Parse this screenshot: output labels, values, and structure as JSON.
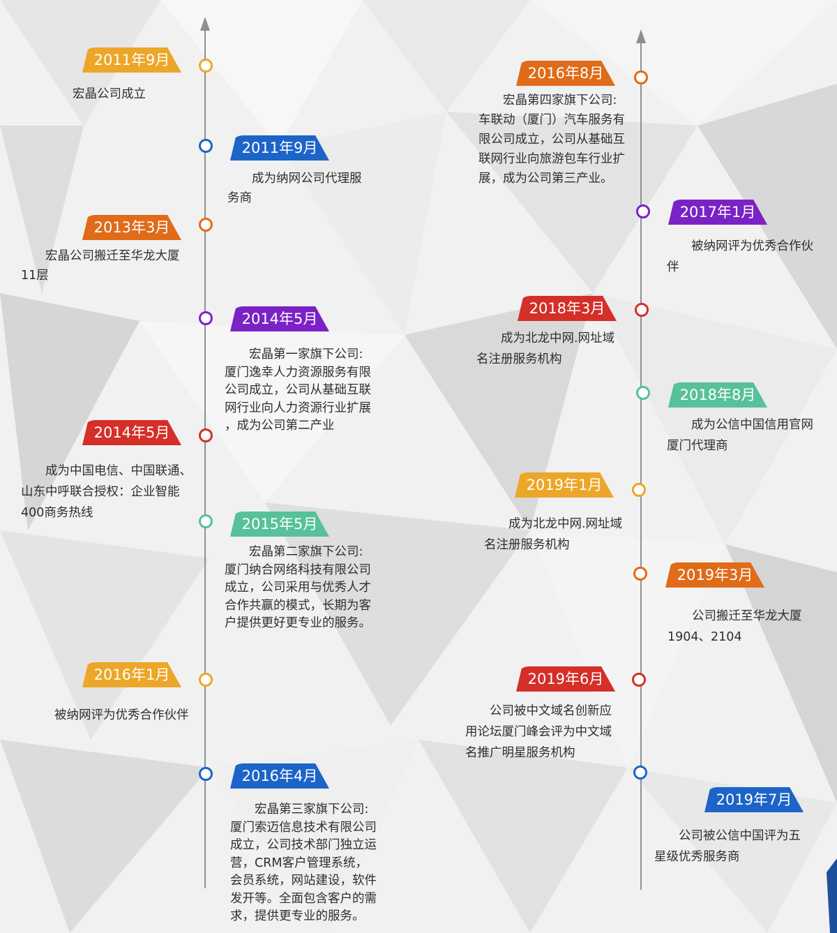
{
  "colors": {
    "gold": "#eca628",
    "orange": "#e06b18",
    "red": "#d42f28",
    "blue": "#1d64c8",
    "purple": "#7b22c6",
    "teal": "#57c19a",
    "axis": "#8a9196",
    "text": "#2e2e2e"
  },
  "left_events": [
    {
      "date": "2011年9月",
      "color": "gold",
      "text": "宏晶公司成立"
    },
    {
      "date": "2011年9月",
      "color": "blue",
      "text": "　　成为纳网公司代理服\n务商"
    },
    {
      "date": "2013年3月",
      "color": "orange",
      "text": "　　宏晶公司搬迁至华龙大厦\n11层"
    },
    {
      "date": "2014年5月",
      "color": "purple",
      "text": "　　宏晶第一家旗下公司:\n厦门逸幸人力资源服务有限\n公司成立，公司从基础互联\n网行业向人力资源行业扩展\n，成为公司第二产业"
    },
    {
      "date": "2014年5月",
      "color": "red",
      "text": "　　成为中国电信、中国联通、\n山东中呼联合授权：企业智能\n400商务热线"
    },
    {
      "date": "2015年5月",
      "color": "teal",
      "text": "　　宏晶第二家旗下公司:\n厦门纳合网络科技有限公司\n成立，公司采用与优秀人才\n合作共赢的模式，长期为客\n户提供更好更专业的服务。"
    },
    {
      "date": "2016年1月",
      "color": "gold",
      "text": "被纳网评为优秀合作伙伴"
    },
    {
      "date": "2016年4月",
      "color": "blue",
      "text": "　　宏晶第三家旗下公司:\n厦门索迈信息技术有限公司\n成立，公司技术部门独立运\n营，CRM客户管理系统，\n会员系统，网站建设，软件\n发开等。全面包含客户的需\n求，提供更专业的服务。"
    }
  ],
  "right_events": [
    {
      "date": "2016年8月",
      "color": "orange",
      "text": "　　宏晶第四家旗下公司:\n车联动（厦门）汽车服务有\n限公司成立，公司从基础互\n联网行业向旅游包车行业扩\n展，成为公司第三产业。"
    },
    {
      "date": "2017年1月",
      "color": "purple",
      "text": "　　被纳网评为优秀合作伙\n伴"
    },
    {
      "date": "2018年3月",
      "color": "red",
      "text": "　　成为北龙中网.网址域\n名注册服务机构"
    },
    {
      "date": "2018年8月",
      "color": "teal",
      "text": "　　成为公信中国信用官网\n厦门代理商"
    },
    {
      "date": "2019年1月",
      "color": "gold",
      "text": "　　成为北龙中网.网址域\n名注册服务机构"
    },
    {
      "date": "2019年3月",
      "color": "orange",
      "text": "　　公司搬迁至华龙大厦\n1904、2104"
    },
    {
      "date": "2019年6月",
      "color": "red",
      "text": "　　公司被中文域名创新应\n用论坛厦门峰会评为中文域\n名推广明星服务机构"
    },
    {
      "date": "2019年7月",
      "color": "blue",
      "text": "　　公司被公信中国评为五\n星级优秀服务商"
    }
  ]
}
